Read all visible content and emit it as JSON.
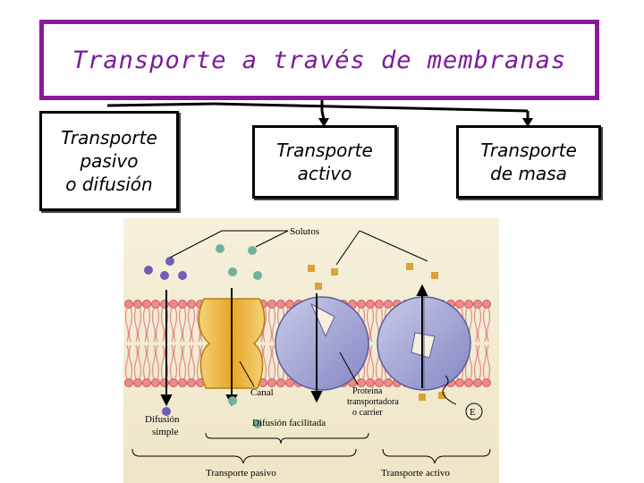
{
  "title": "Transporte a través de membranas",
  "boxes": [
    {
      "label": "Transporte\npasivo\no difusión"
    },
    {
      "label": "Transporte\nactivo"
    },
    {
      "label": "Transporte\nde masa"
    }
  ],
  "figure": {
    "solutos": "Solutos",
    "canal": "Canal",
    "proteina": "Proteína\ntransportadora\no carrier",
    "difusion_simple": "Difusión\nsimple",
    "difusion_facilitada": "Difusión facilitada",
    "energia": "E",
    "transporte_pasivo": "Transporte pasivo",
    "transporte_activo": "Transporte activo"
  }
}
